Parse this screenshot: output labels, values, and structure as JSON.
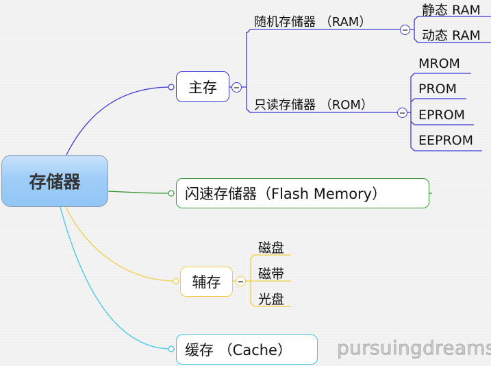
{
  "mindmap": {
    "root": {
      "label": "存储器"
    },
    "branches": [
      {
        "label": "主存",
        "color": "#3a3ad8",
        "children": [
          {
            "label": "随机存储器 （RAM）",
            "children": [
              {
                "label": "静态 RAM"
              },
              {
                "label": "动态 RAM"
              }
            ]
          },
          {
            "label": "只读存储器 （ROM）",
            "children": [
              {
                "label": "MROM"
              },
              {
                "label": "PROM"
              },
              {
                "label": "EPROM"
              },
              {
                "label": "EEPROM"
              }
            ]
          }
        ]
      },
      {
        "label": "闪速存储器（Flash Memory）",
        "color": "#3a9a3a",
        "children": []
      },
      {
        "label": "辅存",
        "color": "#f2cd44",
        "children": [
          {
            "label": "磁盘"
          },
          {
            "label": "磁带"
          },
          {
            "label": "光盘"
          }
        ]
      },
      {
        "label": "缓存 （Cache）",
        "color": "#3cc6ea",
        "children": []
      }
    ],
    "collapse_toggle_symbol": "−"
  },
  "watermark": "pursuingdreams"
}
